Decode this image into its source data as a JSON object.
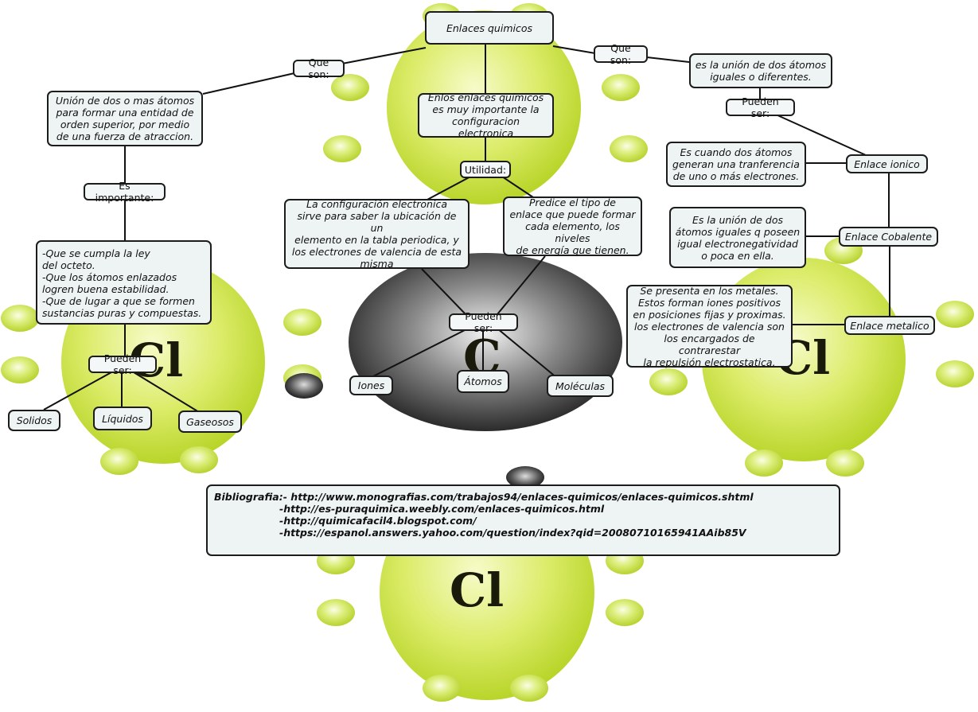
{
  "nodes": {
    "enlaces_quimicos": "Enlaces quimicos",
    "que_son_left": "Que son:",
    "que_son_right": "Que son:",
    "union_def": "Unión de dos o mas átomos\npara formar una entidad de\norden superior, por medio\nde una fuerza de atraccion.",
    "union_def_right": "es la unión de dos átomos\niguales o diferentes.",
    "pueden_ser_right": "Pueden ser:",
    "enlace_ionico": "Enlace ionico",
    "ionico_desc": "Es cuando dos átomos\ngeneran una tranferencia\nde uno o más electrones.",
    "enlace_cobalente": "Enlace Cobalente",
    "cobalente_desc": "Es la unión de dos\nátomos iguales q poseen\nigual electronegatividad\no poca en ella.",
    "enlace_metalico": "Enlace metalico",
    "metalico_desc": "Se presenta en los metales.\nEstos forman iones positivos\nen posiciones fijas y proximas.\nlos electrones de valencia son\nlos encargados de contrarestar\nla repulsión electrostatica.",
    "enlos_enlaces": "Enlos enlaces químicos\nes muy importante la\nconfiguracion electronica",
    "utilidad": "Utilidad:",
    "config_desc": "La configuración electronica\nsirve para saber la ubicación de un\nelemento en la tabla periodica, y\nlos electrones de valencia de esta\nmisma",
    "predice_desc": "Predice el tipo de\nenlace que puede formar\ncada elemento, los niveles\nde energía que tienen.",
    "pueden_ser_center": "Pueden ser:",
    "iones": "Iones",
    "atomos": "Átomos",
    "moleculas": "Moléculas",
    "es_importante": "Es importante:",
    "importante_desc": "-Que se cumpla la ley\n del octeto.\n-Que los átomos enlazados\n logren buena estabilidad.\n-Que de lugar a que se formen\n sustancias puras y compuestas.",
    "pueden_ser_left": "Pueden ser:",
    "solidos": "Solidos",
    "liquidos": "Líquidos",
    "gaseosos": "Gaseosos"
  },
  "bibliografia": {
    "label": "Bibliografia:-",
    "line1": " http://www.monografias.com/trabajos94/enlaces-quimicos/enlaces-quimicos.shtml",
    "line2": "-http://es-puraquimica.weebly.com/enlaces-quimicos.html",
    "line3": "-http://quimicafacil4.blogspot.com/",
    "line4": "-https://espanol.answers.yahoo.com/question/index?qid=20080710165941AAib85V"
  },
  "background": {
    "atom_left": "Cl",
    "atom_center": "C",
    "atom_right": "Cl",
    "atom_bottom": "Cl",
    "colors": {
      "electron_green": "#c8e23a",
      "center_atom": "#2a2a2a",
      "node_fill": "#eef3f4"
    }
  }
}
